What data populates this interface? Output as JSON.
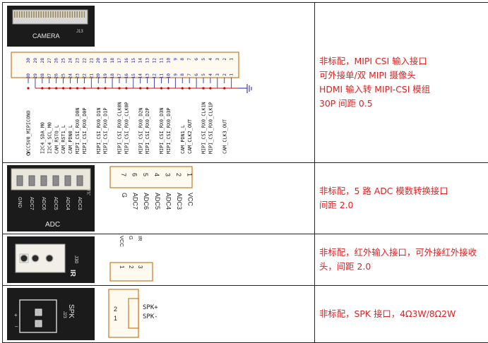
{
  "rows": [
    {
      "board_label": "CAMERA",
      "connector_ref": "J13",
      "pin_numbers": [
        "30",
        "29",
        "28",
        "27",
        "26",
        "25",
        "24",
        "23",
        "22",
        "21",
        "20",
        "19",
        "18",
        "17",
        "16",
        "15",
        "14",
        "13",
        "12",
        "11",
        "10",
        "9",
        "8",
        "7",
        "6",
        "5",
        "4",
        "3",
        "2",
        "1"
      ],
      "signals": [
        "VCC5V0_MIPICONO",
        "I2C4_SDA_M0",
        "I2C4_SCL_M0",
        "CAM_RSTO_L",
        "CAM_RST1_L",
        "CAM_PDN0_L",
        "MIPI_CSI_RX0_D0N",
        "MIPI_CSI_RX0_D0P",
        "MIPI_CSI_RX0_D1N",
        "MIPI_CSI_RX0_D1P",
        "MIPI_CSI_RX0_CLK0N",
        "MIPI_CSI_RX0_CLK0P",
        "MIPI_CSI_RX0_D2N",
        "MIPI_CSI_RX0_D2P",
        "MIPI_CSI_RX0_D3N",
        "MIPI_CSI_RX0_D3P",
        "CAM_PDN1_L",
        "CAM_CLK2_OUT",
        "MIPI_CSI_RX0_CLK1N",
        "MIPI_CSI_RX0_CLK1P",
        "CAM_CLK3_OUT"
      ],
      "description": [
        "非标配，MIPI CSI 输入接口",
        "可外接单/双 MIPI 摄像头",
        "HDMI 输入转 MIPI-CSI 模组",
        "30P 间距 0.5"
      ]
    },
    {
      "board_label": "ADC",
      "connector_ref": "J18",
      "silk_labels": [
        "GND",
        "ADC7",
        "ADC6",
        "ADC5",
        "ADC4",
        "ADC3"
      ],
      "pin_numbers": [
        "7",
        "6",
        "5",
        "4",
        "3",
        "2",
        "1"
      ],
      "pin_names": [
        "G",
        "ADC7",
        "ADC6",
        "ADC5",
        "ADC4",
        "ADC3",
        "VCC"
      ],
      "description": [
        "非标配，5 路 ADC 模数转换接口",
        "间距 2.0"
      ]
    },
    {
      "board_label": "IR",
      "connector_ref": "J30",
      "pin_names": [
        "VCC",
        "G",
        "IR"
      ],
      "pin_numbers": [
        "1",
        "2",
        "3"
      ],
      "description": [
        "非标配，红外输入接口，可外接红外接收头，间距 2.0"
      ]
    },
    {
      "board_label": "SPK",
      "connector_ref": "J23",
      "pin_numbers": [
        "2",
        "1"
      ],
      "pin_names": [
        "SPK+",
        "SPK-"
      ],
      "description": [
        "非标配，SPK 接口，4Ω3W/8Ω2W"
      ]
    }
  ],
  "colors": {
    "note_red": "#e02020",
    "schematic_blue": "#1a1aa0",
    "netline_red": "#d00000",
    "connector_orange": "#c77a1e"
  }
}
